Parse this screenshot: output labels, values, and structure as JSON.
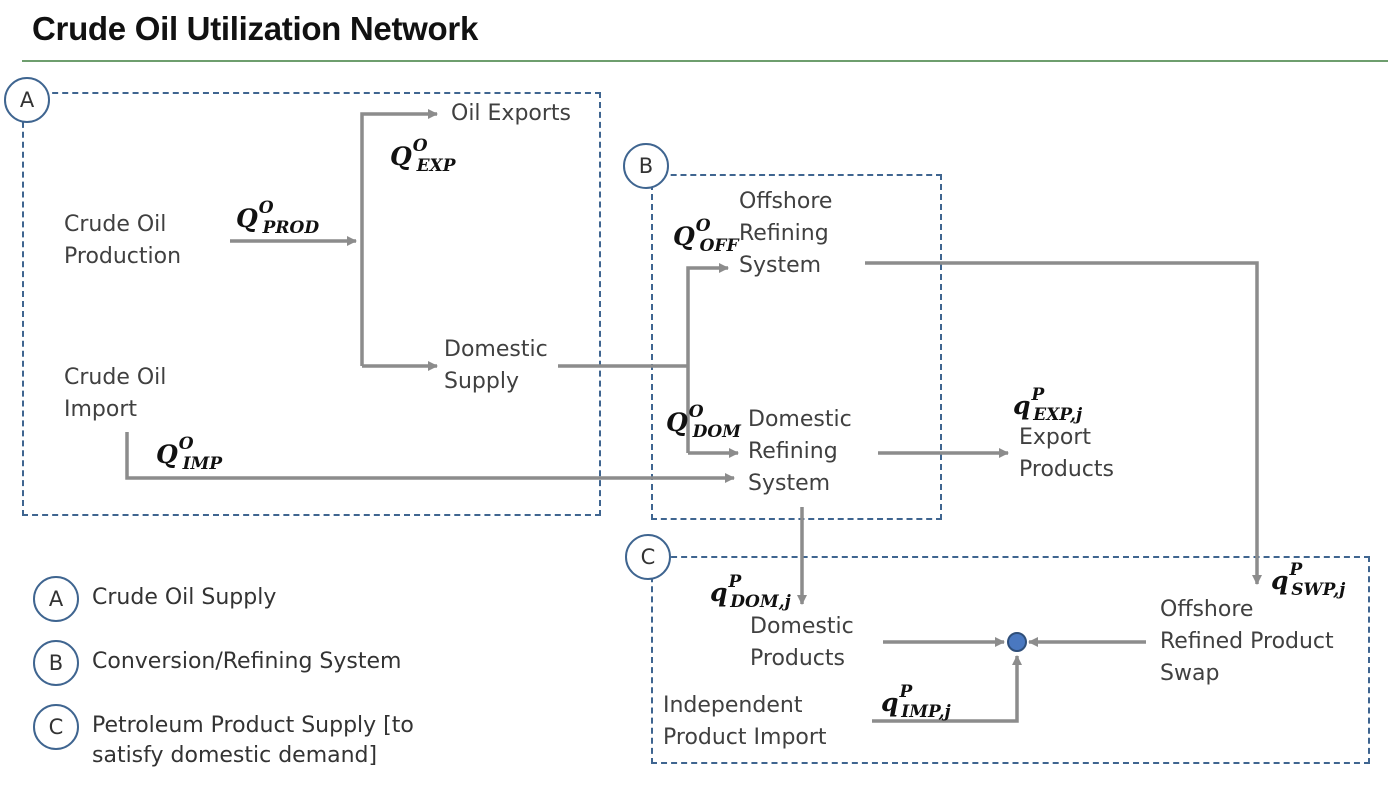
{
  "title": "Crude Oil Utilization Network",
  "regions": {
    "a": {
      "badge": "A"
    },
    "b": {
      "badge": "B"
    },
    "c": {
      "badge": "C"
    }
  },
  "nodes": {
    "crude_oil_production": [
      "Crude Oil",
      "Production"
    ],
    "crude_oil_import": [
      "Crude Oil",
      "Import"
    ],
    "oil_exports": [
      "Oil Exports"
    ],
    "domestic_supply": [
      "Domestic",
      "Supply"
    ],
    "offshore_refining_system": [
      "Offshore",
      "Refining",
      "System"
    ],
    "domestic_refining_system": [
      "Domestic",
      "Refining",
      "System"
    ],
    "export_products": [
      "Export",
      "Products"
    ],
    "domestic_products": [
      "Domestic",
      "Products"
    ],
    "independent_product_import": [
      "Independent",
      "Product Import"
    ],
    "offshore_refined_product_swap": [
      "Offshore",
      "Refined Product",
      "Swap"
    ]
  },
  "variables": {
    "q_prod": {
      "base": "Q",
      "sup": "O",
      "sub": "PROD"
    },
    "q_exp": {
      "base": "Q",
      "sup": "O",
      "sub": "EXP"
    },
    "q_imp": {
      "base": "Q",
      "sup": "O",
      "sub": "IMP"
    },
    "q_off": {
      "base": "Q",
      "sup": "O",
      "sub": "OFF"
    },
    "q_dom": {
      "base": "Q",
      "sup": "O",
      "sub": "DOM"
    },
    "qp_exp": {
      "base": "q",
      "sup": "P",
      "sub": "EXP,j"
    },
    "qp_dom": {
      "base": "q",
      "sup": "P",
      "sub": "DOM,j"
    },
    "qp_swp": {
      "base": "q",
      "sup": "P",
      "sub": "SWP,j"
    },
    "qp_imp": {
      "base": "q",
      "sup": "P",
      "sub": "IMP,j"
    }
  },
  "legend": [
    {
      "badge": "A",
      "text": [
        "Crude Oil Supply"
      ]
    },
    {
      "badge": "B",
      "text": [
        "Conversion/Refining System"
      ]
    },
    {
      "badge": "C",
      "text": [
        "Petroleum Product Supply [to",
        "satisfy domestic demand]"
      ]
    }
  ],
  "colors": {
    "region_border": "#3f6590",
    "arrow": "#8c8c8c",
    "junction_fill": "#4a78c0",
    "title_rule": "#6e9e6e"
  }
}
